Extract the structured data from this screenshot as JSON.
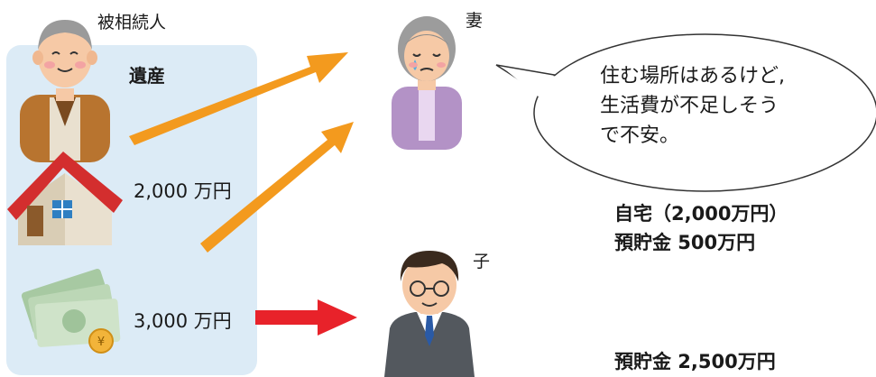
{
  "deceased": {
    "label": "被相続人"
  },
  "estate": {
    "title": "遺産",
    "house_amount": "2,000 万円",
    "cash_amount": "3,000 万円"
  },
  "wife": {
    "label": "妻",
    "speech": [
      "住む場所はあるけど,",
      "生活費が不足しそう",
      "で不安。"
    ],
    "inherits": [
      "自宅（2,000万円）",
      "預貯金 500万円"
    ]
  },
  "child": {
    "label": "子",
    "inherits": [
      "預貯金 2,500万円"
    ]
  },
  "colors": {
    "estate_box": "#dcebf6",
    "arrow_orange": "#f39a1e",
    "arrow_red": "#e8222a"
  }
}
